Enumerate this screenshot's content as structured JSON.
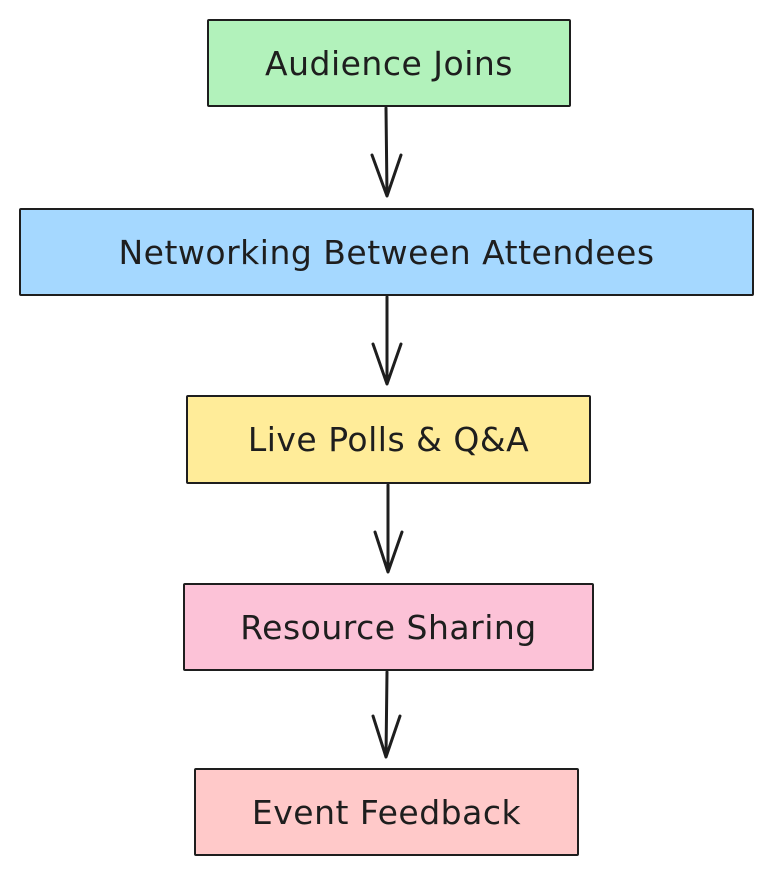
{
  "diagram": {
    "type": "flowchart",
    "direction": "top-to-bottom",
    "nodes": [
      {
        "id": "audience-joins",
        "label": "Audience Joins",
        "fill": "#b2f2bb"
      },
      {
        "id": "networking",
        "label": "Networking Between Attendees",
        "fill": "#a5d8ff"
      },
      {
        "id": "live-polls",
        "label": "Live Polls & Q&A",
        "fill": "#ffec99"
      },
      {
        "id": "resource-sharing",
        "label": "Resource Sharing",
        "fill": "#fcc2d7"
      },
      {
        "id": "event-feedback",
        "label": "Event Feedback",
        "fill": "#ffc9c9"
      }
    ],
    "edges": [
      {
        "from": "audience-joins",
        "to": "networking"
      },
      {
        "from": "networking",
        "to": "live-polls"
      },
      {
        "from": "live-polls",
        "to": "resource-sharing"
      },
      {
        "from": "resource-sharing",
        "to": "event-feedback"
      }
    ],
    "stroke_color": "#1e1e1e"
  }
}
